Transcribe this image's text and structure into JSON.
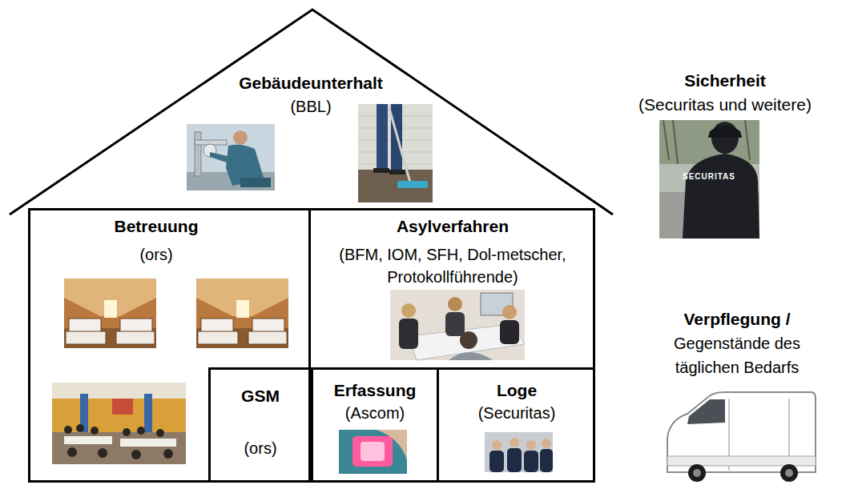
{
  "diagram": {
    "nodes": [
      {
        "text": [
          "Gebäudeunterhalt",
          "(BBL)"
        ]
      },
      {
        "text": [
          "Betreuung",
          "(ors)"
        ]
      },
      {
        "text": [
          "Asylverfahren",
          "(BFM, IOM, SFH, Dol-metscher, Protokollführende)"
        ]
      },
      {
        "text": [
          "GSM",
          "(ors)"
        ],
        "in": 1
      },
      {
        "text": [
          "Erfassung",
          "(Ascom)"
        ]
      },
      {
        "text": [
          "Loge",
          "(Securitas)"
        ]
      }
    ],
    "labels": [
      "Sicherheit",
      "(Securitas und weitere)",
      "SECURITAS",
      "Verpflegung /",
      "Gegenstände des täglichen Bedarfs"
    ]
  }
}
